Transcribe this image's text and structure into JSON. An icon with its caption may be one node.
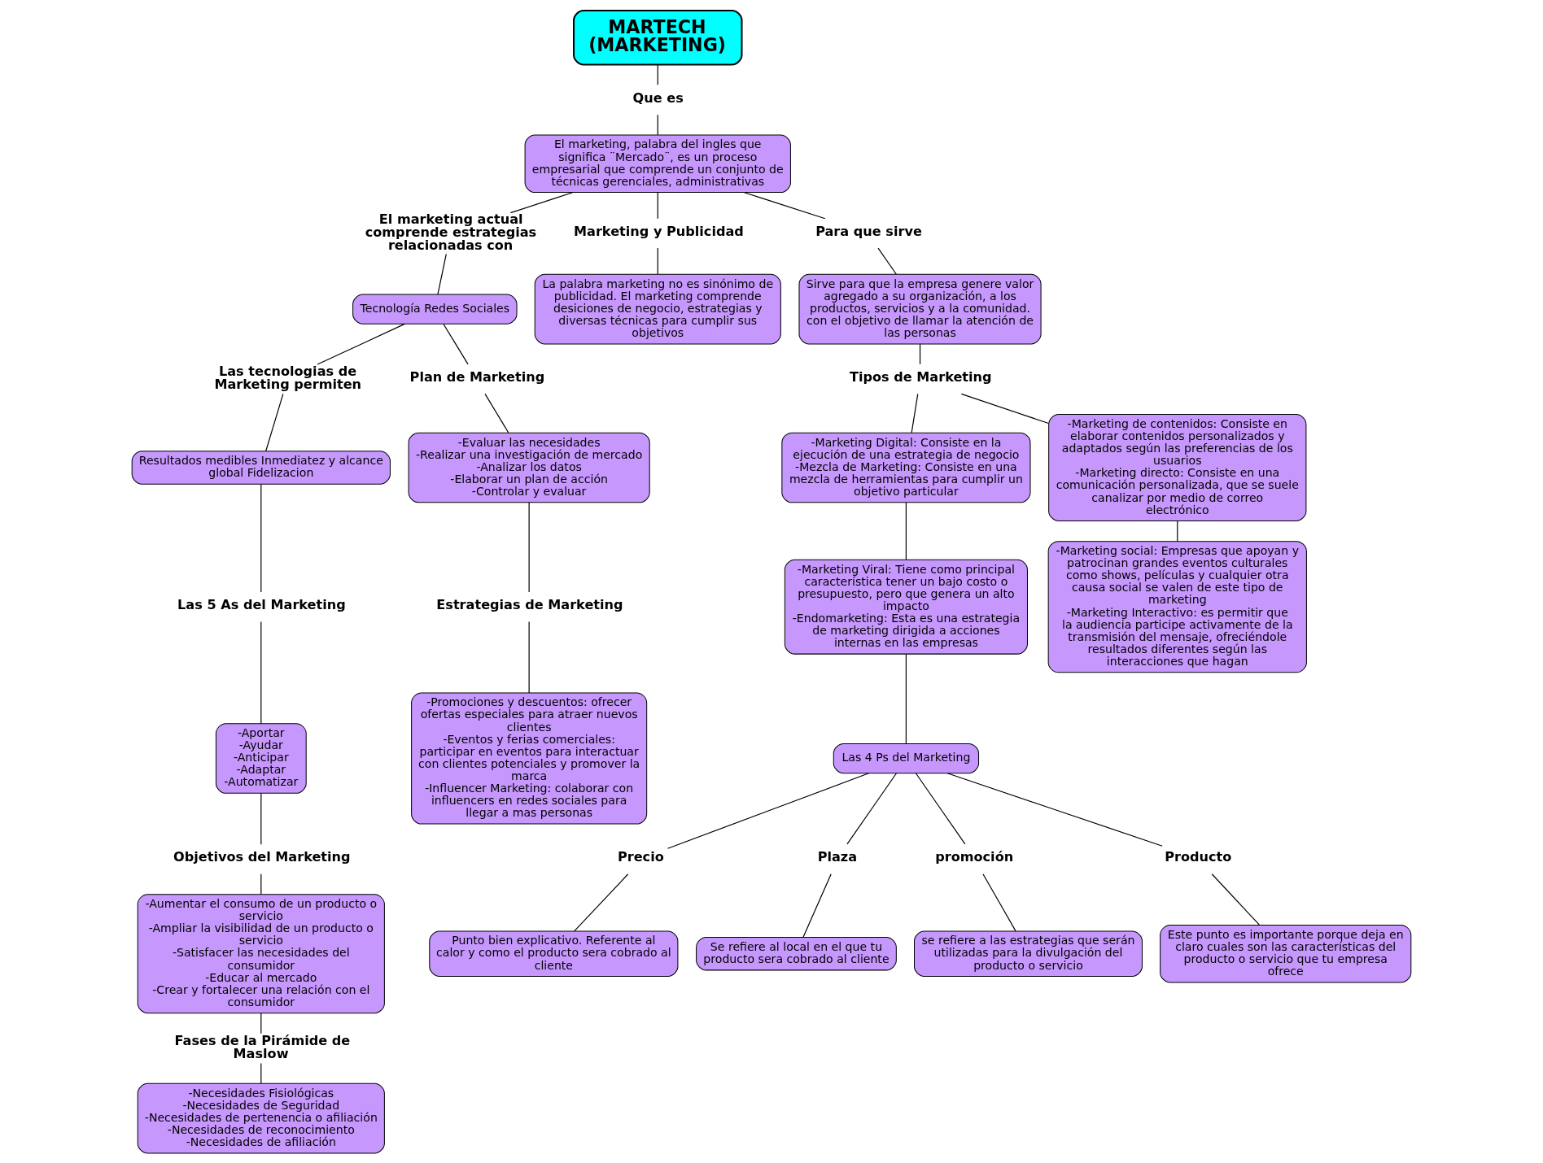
{
  "diagram": {
    "nodes": [
      {
        "text": [
          "MARTECH (MARKETING)"
        ]
      },
      {
        "text": [
          "Que es"
        ]
      },
      {
        "text": [
          "El marketing, palabra del ingles que significa ¨Mercado¨, es un proceso empresarial que comprende un conjunto de técnicas gerenciales, administrativas"
        ]
      },
      {
        "text": [
          "El marketing actual comprende estrategias relacionadas con"
        ]
      },
      {
        "text": [
          "Marketing y Publicidad"
        ]
      },
      {
        "text": [
          "Para que sirve"
        ]
      },
      {
        "text": [
          "Tecnología Redes Sociales"
        ]
      },
      {
        "text": [
          "La palabra marketing no es sinónimo de publicidad. El marketing comprende desiciones de negocio, estrategias y diversas técnicas para cumplir sus objetivos"
        ]
      },
      {
        "text": [
          "Sirve para que la empresa genere valor agregado a su organización, a los productos, servicios y a la comunidad. con el objetivo de llamar la atención de las personas"
        ]
      },
      {
        "text": [
          "Las tecnologias de Marketing permiten"
        ]
      },
      {
        "text": [
          "Plan de Marketing"
        ]
      },
      {
        "text": [
          "Tipos de Marketing"
        ]
      },
      {
        "text": [
          "Resultados medibles Inmediatez y alcance global Fidelizacion"
        ]
      },
      {
        "text": [
          "-Evaluar las necesidades -Realizar una investigación de mercado -Analizar los datos -Elaborar un plan de acción -Controlar y evaluar"
        ]
      },
      {
        "text": [
          "-Marketing Digital: Consiste en la ejecución de una estrategia de negocio -Mezcla de Marketing: Consiste en una mezcla de herramientas para cumplir un objetivo particular"
        ]
      },
      {
        "text": [
          "-Marketing de contenidos: Consiste en elaborar contenidos personalizados y adaptados según las preferencias de los usuarios -Marketing directo: Consiste en una comunicación personalizada, que se suele canalizar por medio de correo electrónico"
        ]
      },
      {
        "text": [
          "Las 5 As del Marketing"
        ]
      },
      {
        "text": [
          "Estrategias de Marketing"
        ]
      },
      {
        "text": [
          "-Aportar -Ayudar -Anticipar -Adaptar -Automatizar"
        ]
      },
      {
        "text": [
          "-Promociones y descuentos: ofrecer ofertas especiales para atraer nuevos clientes -Eventos y ferias comerciales: participar en eventos para interactuar con clientes potenciales y promover la marca -Influencer Marketing: colaborar con influencers en redes sociales para llegar a mas personas"
        ]
      },
      {
        "text": [
          "-Marketing Viral: Tiene como principal característica tener un bajo costo o presupuesto, pero que genera un alto impacto -Endomarketing: Esta es una estrategia de marketing dirigida a acciones internas en las empresas"
        ]
      },
      {
        "text": [
          "-Marketing social: Empresas que apoyan y patrocinan grandes eventos culturales como shows, películas y cualquier otra causa social se valen de este tipo de marketing -Marketing Interactivo: es permitir que la audiencia participe activamente de la transmisión del mensaje, ofreciéndole resultados diferentes según las interacciones que hagan"
        ]
      },
      {
        "text": [
          "Objetivos del Marketing"
        ]
      },
      {
        "text": [
          "-Aumentar el consumo de un producto o servicio -Ampliar la visibilidad de un producto o servicio -Satisfacer las necesidades del consumidor -Educar al mercado -Crear y fortalecer una relación con el consumidor"
        ]
      },
      {
        "text": [
          "Las 4 Ps del Marketing"
        ]
      },
      {
        "text": [
          "Precio"
        ]
      },
      {
        "text": [
          "Plaza"
        ]
      },
      {
        "text": [
          "promoción"
        ]
      },
      {
        "text": [
          "Producto"
        ]
      },
      {
        "text": [
          "Fases de la Pirámide de Maslow"
        ]
      },
      {
        "text": [
          "Punto bien explicativo. Referente al calor y como el producto sera cobrado al cliente"
        ]
      },
      {
        "text": [
          "Se refiere al local en el que tu producto sera cobrado al cliente"
        ]
      },
      {
        "text": [
          "se refiere a las estrategias que serán utilizadas para la divulgación del producto o servicio"
        ]
      },
      {
        "text": [
          "Este punto es importante porque deja en claro cuales son las características del producto o servicio que tu empresa ofrece"
        ]
      },
      {
        "text": [
          "-Necesidades Fisiológicas -Necesidades de Seguridad -Necesidades de pertenencia o afiliación -Necesidades de reconocimiento -Necesidades de afiliación"
        ]
      }
    ],
    "edges": [
      {
        "from": 0,
        "to": 1,
        "arrow": "none"
      },
      {
        "from": 1,
        "to": 2,
        "arrow": "none"
      },
      {
        "from": 2,
        "to": 3,
        "arrow": "none"
      },
      {
        "from": 2,
        "to": 4,
        "arrow": "none"
      },
      {
        "from": 2,
        "to": 5,
        "arrow": "none"
      },
      {
        "from": 3,
        "to": 6,
        "arrow": "none"
      },
      {
        "from": 4,
        "to": 7,
        "arrow": "none"
      },
      {
        "from": 5,
        "to": 8,
        "arrow": "none"
      },
      {
        "from": 6,
        "to": 9,
        "arrow": "none"
      },
      {
        "from": 6,
        "to": 10,
        "arrow": "none"
      },
      {
        "from": 8,
        "to": 11,
        "arrow": "none"
      },
      {
        "from": 9,
        "to": 12,
        "arrow": "none"
      },
      {
        "from": 10,
        "to": 13,
        "arrow": "none"
      },
      {
        "from": 11,
        "to": 14,
        "arrow": "none"
      },
      {
        "from": 11,
        "to": 15,
        "arrow": "none"
      },
      {
        "from": 12,
        "to": 16,
        "arrow": "none"
      },
      {
        "from": 13,
        "to": 17,
        "arrow": "none"
      },
      {
        "from": 16,
        "to": 18,
        "arrow": "none"
      },
      {
        "from": 17,
        "to": 19,
        "arrow": "none"
      },
      {
        "from": 14,
        "to": 20,
        "arrow": "none"
      },
      {
        "from": 15,
        "to": 21,
        "arrow": "none"
      },
      {
        "from": 18,
        "to": 22,
        "arrow": "none"
      },
      {
        "from": 22,
        "to": 23,
        "arrow": "none"
      },
      {
        "from": 20,
        "to": 24,
        "arrow": "none"
      },
      {
        "from": 24,
        "to": 25,
        "arrow": "none"
      },
      {
        "from": 24,
        "to": 26,
        "arrow": "none"
      },
      {
        "from": 24,
        "to": 27,
        "arrow": "none"
      },
      {
        "from": 24,
        "to": 28,
        "arrow": "none"
      },
      {
        "from": 23,
        "to": 29,
        "arrow": "none"
      },
      {
        "from": 25,
        "to": 30,
        "arrow": "none"
      },
      {
        "from": 26,
        "to": 31,
        "arrow": "none"
      },
      {
        "from": 27,
        "to": 32,
        "arrow": "none"
      },
      {
        "from": 28,
        "to": 33,
        "arrow": "none"
      },
      {
        "from": 29,
        "to": 34,
        "arrow": "none"
      }
    ]
  }
}
